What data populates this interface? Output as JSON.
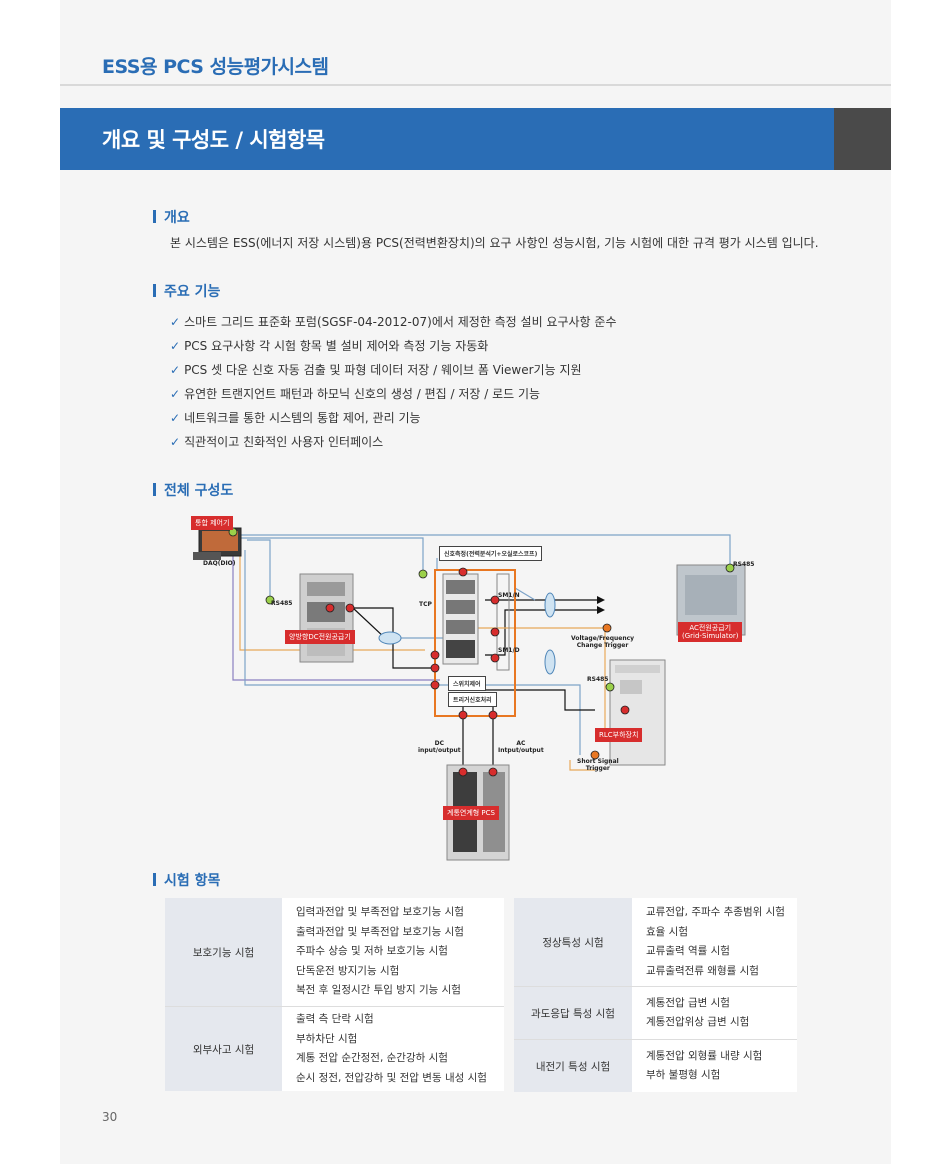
{
  "header": {
    "title": "ESS용 PCS 성능평가시스템"
  },
  "banner": {
    "title": "개요 및 구성도 / 시험항목"
  },
  "overview": {
    "heading": "개요",
    "text": "본 시스템은 ESS(에너지 저장 시스템)용 PCS(전력변환장치)의 요구 사항인 성능시험, 기능 시험에 대한 규격 평가 시스템 입니다."
  },
  "features": {
    "heading": "주요 기능",
    "items": [
      "스마트 그리드 표준화 포럼(SGSF-04-2012-07)에서 제정한 측정 설비 요구사항 준수",
      "PCS 요구사항 각 시험 항목 별 설비 제어와 측정 기능 자동화",
      "PCS 셋 다운 신호 자동 검출 및 파형 데이터 저장 / 웨이브 폼 Viewer기능 지원",
      "유연한 트랜지언트 패턴과 하모닉 신호의 생성 / 편집 / 저장 / 로드 기능",
      "네트워크를 통한 시스템의 통합 제어, 관리 기능",
      "직관적이고 친화적인 사용자 인터페이스"
    ]
  },
  "diagram": {
    "heading": "전체 구성도",
    "labels": {
      "controller": "통합 제어기",
      "daq": "DAQ(DIO)",
      "signal": "신호측정(전력분석기+오실로스코프)",
      "rs485_left": "RS485",
      "rs485_right_top": "RS485",
      "rs485_right_mid": "RS485",
      "tcp": "TCP",
      "sm1": "SM1/N",
      "sm2": "SM1/D",
      "dc_supply": "양방향DC전원공급기",
      "ac_supply_1": "AC전원공급기",
      "ac_supply_2": "(Grid-Simulator)",
      "vf_1": "Voltage/Frequency",
      "vf_2": "Change Trigger",
      "switch": "스위치제어",
      "trigger": "트리거신호처리",
      "rlc": "RLC부하장치",
      "dc_io_1": "DC",
      "dc_io_2": "input/output",
      "ac_io_1": "AC",
      "ac_io_2": "Intput/output",
      "short_1": "Short Signal",
      "short_2": "Trigger",
      "pcs": "계통연계형 PCS"
    }
  },
  "tests": {
    "heading": "시험 항목",
    "left": [
      {
        "category": "보호기능 시험",
        "items": [
          "입력과전압 및 부족전압 보호기능 시험",
          "출력과전압 및 부족전압 보호기능 시험",
          "주파수 상승 및 저하 보호기능 시험",
          "단독운전 방지기능 시험",
          "복전 후 일정시간 투입 방지 기능 시험"
        ]
      },
      {
        "category": "외부사고 시험",
        "items": [
          "출력 측 단락 시험",
          "부하차단 시험",
          "계통 전압 순간정전, 순간강하 시험",
          "순시 정전, 전압강하 및 전압 변동 내성 시험"
        ]
      }
    ],
    "right": [
      {
        "category": "정상특성 시험",
        "items": [
          "교류전압, 주파수 추종범위 시험",
          "효율 시험",
          "교류출력 역률 시험",
          "교류출력전류 왜형률 시험"
        ]
      },
      {
        "category": "과도응답 특성 시험",
        "items": [
          "계통전압 급변 시험",
          "계통전압위상 급변 시험"
        ]
      },
      {
        "category": "내전기 특성 시험",
        "items": [
          "계통전압 외형률 내량 시험",
          "부하 불평형 시험"
        ]
      }
    ]
  },
  "footer": {
    "page": "30"
  },
  "colors": {
    "accent": "#2a6db5",
    "tag": "#d72d2d",
    "orange": "#e87722"
  }
}
